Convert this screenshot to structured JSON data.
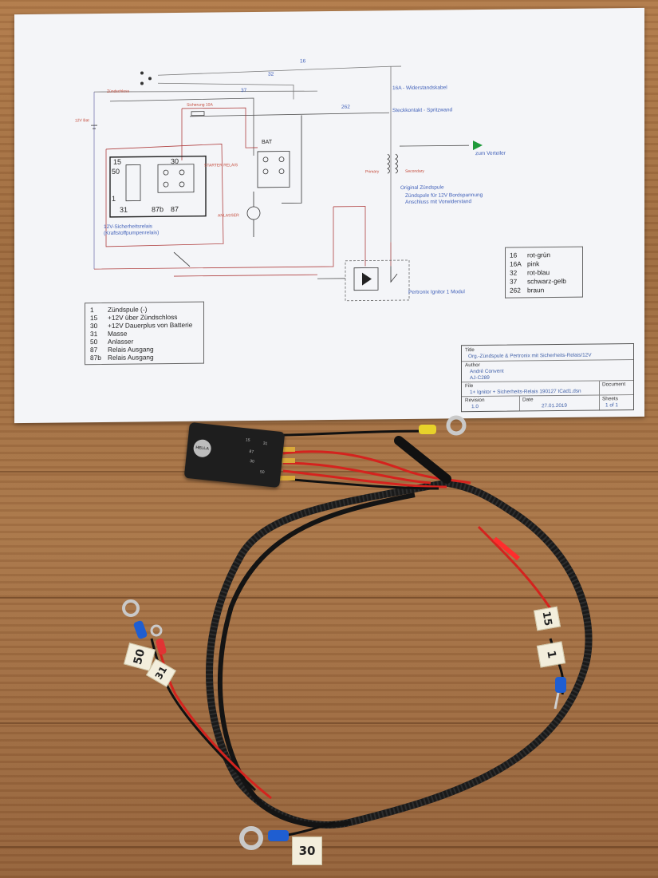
{
  "schematic": {
    "labels": {
      "zuendschloss": "Zündschloss",
      "bat12v": "12V Bat",
      "sicherung": "Sicherung 10A",
      "starter_relais": "STARTER RELAIS",
      "bat": "BAT",
      "anlasser": "ANLASSER",
      "sicherheitsrelais_1": "12V-Sicherheitsrelais",
      "sicherheitsrelais_2": "(Kraftstoffpumpenrelais)",
      "wire16a": "16A - Widerstandskabel",
      "steckkontakt": "Steckkontakt - Spritzwand",
      "zum_verteiler": "zum Verteiler",
      "primary": "Primary",
      "secondary": "Secondary",
      "original_zuendspule": "Original Zündspule",
      "coil_note_1": "Zündspule für 12V Bordspannung",
      "coil_note_2": "Anschluss mit Vorwiderstand",
      "pertronix": "Pertronix Ignitor 1 Modul",
      "wire_16": "16",
      "wire_32": "32",
      "wire_37": "37",
      "wire_262": "262",
      "pin_15": "15",
      "pin_30": "30",
      "pin_50": "50",
      "pin_1": "1",
      "pin_31": "31",
      "pin_87b": "87b",
      "pin_87": "87"
    },
    "terminal_legend": [
      {
        "num": "1",
        "desc": "Zündspule (-)"
      },
      {
        "num": "15",
        "desc": "+12V über Zündschloss"
      },
      {
        "num": "30",
        "desc": "+12V Dauerplus von Batterie"
      },
      {
        "num": "31",
        "desc": "Masse"
      },
      {
        "num": "50",
        "desc": "Anlasser"
      },
      {
        "num": "87",
        "desc": "Relais Ausgang"
      },
      {
        "num": "87b",
        "desc": "Relais Ausgang"
      }
    ],
    "color_legend": [
      {
        "num": "16",
        "desc": "rot-grün"
      },
      {
        "num": "16A",
        "desc": "pink"
      },
      {
        "num": "32",
        "desc": "rot-blau"
      },
      {
        "num": "37",
        "desc": "schwarz-gelb"
      },
      {
        "num": "262",
        "desc": "braun"
      }
    ],
    "title_block": {
      "title_label": "Title",
      "title": "Org.-Zündspule & Pertronix mit Sicherheits-Relais/12V",
      "author_label": "Author",
      "author_1": "André Convent",
      "author_2": "AJ-C289",
      "file_label": "File",
      "file": "1+ Ignitor + Sicherheits-Relais 190127 tCad1.dsn",
      "document_label": "Document",
      "revision_label": "Revision",
      "revision": "1.0",
      "date_label": "Date",
      "date": "27.01.2019",
      "sheets_label": "Sheets",
      "sheets": "1 of 1"
    }
  },
  "relay": {
    "brand": "HELLA",
    "pin_15": "15",
    "pin_30": "30",
    "pin_31": "31",
    "pin_87": "87",
    "pin_50": "50"
  },
  "harness_tags": {
    "tag_50": "50",
    "tag_31": "31",
    "tag_15": "15",
    "tag_1": "1",
    "tag_30": "30"
  }
}
